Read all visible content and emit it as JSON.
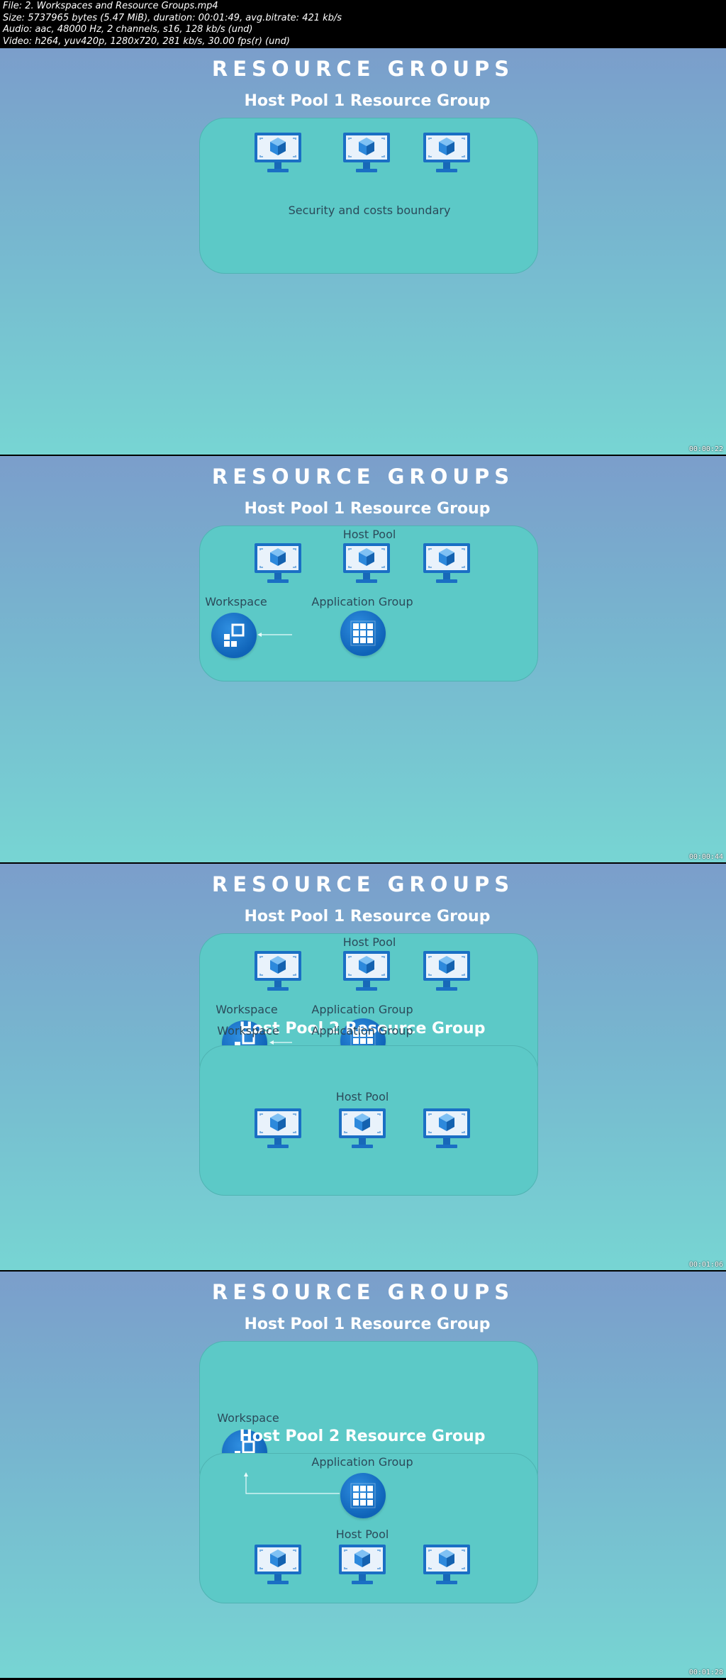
{
  "file_info": {
    "line1": "File: 2. Workspaces and Resource Groups.mp4",
    "line2": "Size: 5737965 bytes (5.47 MiB), duration: 00:01:49, avg.bitrate: 421 kb/s",
    "line3": "Audio: aac, 48000 Hz, 2 channels, s16, 128 kb/s (und)",
    "line4": "Video: h264, yuv420p, 1280x720, 281 kb/s, 30.00 fps(r) (und)"
  },
  "slide_title": "RESOURCE GROUPS",
  "labels": {
    "rg1": "Host Pool 1 Resource Group",
    "rg2": "Host Pool 2 Resource Group",
    "security": "Security and costs boundary",
    "host_pool": "Host Pool",
    "workspace": "Workspace",
    "app_group": "Application Group"
  },
  "timestamps": [
    "00:00:22",
    "00:00:44",
    "00:01:06",
    "00:01:28"
  ],
  "colors": {
    "box": "#5cc9c7",
    "icon_blue": "#1a6fc4",
    "text_dark": "#2b4a5a"
  },
  "icons": [
    "virtual-machine-icon",
    "workspace-icon",
    "application-group-icon"
  ]
}
